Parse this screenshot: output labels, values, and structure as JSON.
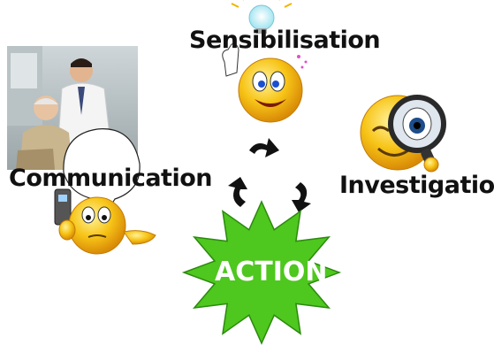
{
  "labels": {
    "sensibilisation": "Sensibilisation",
    "investigation": "Investigation",
    "communication": "Communication",
    "action": "ACTION"
  },
  "icons": {
    "top": "smiley-with-lightbulb-icon",
    "right": "smiley-with-magnifier-icon",
    "left": "smiley-with-phone-icon",
    "photo": "doctor-patient-photo",
    "cycle": "cycle-arrows-icon",
    "star": "action-starburst"
  },
  "colors": {
    "smiley": "#f7c417",
    "smiley_dark": "#e39a0a",
    "star_fill": "#4ec71e",
    "star_stroke": "#2b8a0d",
    "arrow": "#111111",
    "action_text": "#ffffff"
  }
}
